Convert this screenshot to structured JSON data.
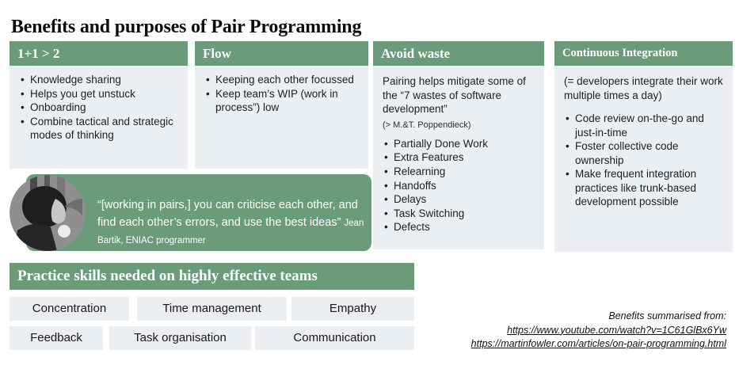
{
  "title": "Benefits and purposes of Pair Programming",
  "theme": {
    "green": "#6a9c79",
    "panel": "#eceff2"
  },
  "columns": [
    {
      "header": "1+1 > 2",
      "bullets": [
        "Knowledge sharing",
        "Helps you get unstuck",
        "Onboarding",
        "Combine tactical and strategic modes of thinking"
      ]
    },
    {
      "header": "Flow",
      "bullets": [
        "Keeping each other focussed",
        "Keep team’s WIP (work in process”) low"
      ]
    },
    {
      "header": "Avoid waste",
      "intro": "Pairing helps mitigate some of the “7 wastes of software development”",
      "source": "(> M.&T. Poppendieck)",
      "bullets": [
        "Partially Done Work",
        "Extra Features",
        "Relearning",
        "Handoffs",
        "Delays",
        "Task Switching",
        "Defects"
      ]
    },
    {
      "header": "Continuous Integration",
      "intro": "(= developers integrate their work multiple times a day)",
      "bullets": [
        "Code review on-the-go and just-in-time",
        "Foster collective code ownership",
        "Make frequent integration practices like trunk-based development possible"
      ]
    }
  ],
  "quote": {
    "text": "“[working in pairs,] you can criticise each other, and find each other’s errors, and use the best ideas” ",
    "attribution": "Jean Bartik, ENIAC programmer",
    "photo": "jean-bartik-portrait"
  },
  "skills": {
    "header": "Practice skills needed on highly effective teams",
    "row1": [
      "Concentration",
      "Time management",
      "Empathy"
    ],
    "row2": [
      "Feedback",
      "Task organisation",
      "Communication"
    ]
  },
  "footer": {
    "label": "Benefits summarised from:",
    "links": [
      "https://www.youtube.com/watch?v=1C61GlBx6Yw",
      "https://martinfowler.com/articles/on-pair-programming.html"
    ]
  }
}
